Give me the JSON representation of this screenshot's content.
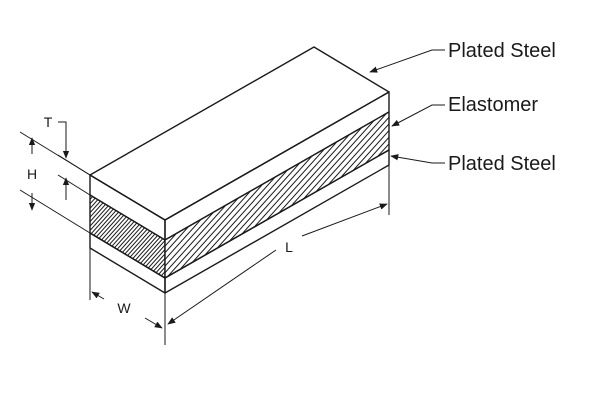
{
  "diagram": {
    "callouts": {
      "top_layer": "Plated Steel",
      "middle_layer": "Elastomer",
      "bottom_layer": "Plated Steel"
    },
    "dimensions": {
      "thickness": "T",
      "height": "H",
      "width": "W",
      "length": "L"
    }
  }
}
